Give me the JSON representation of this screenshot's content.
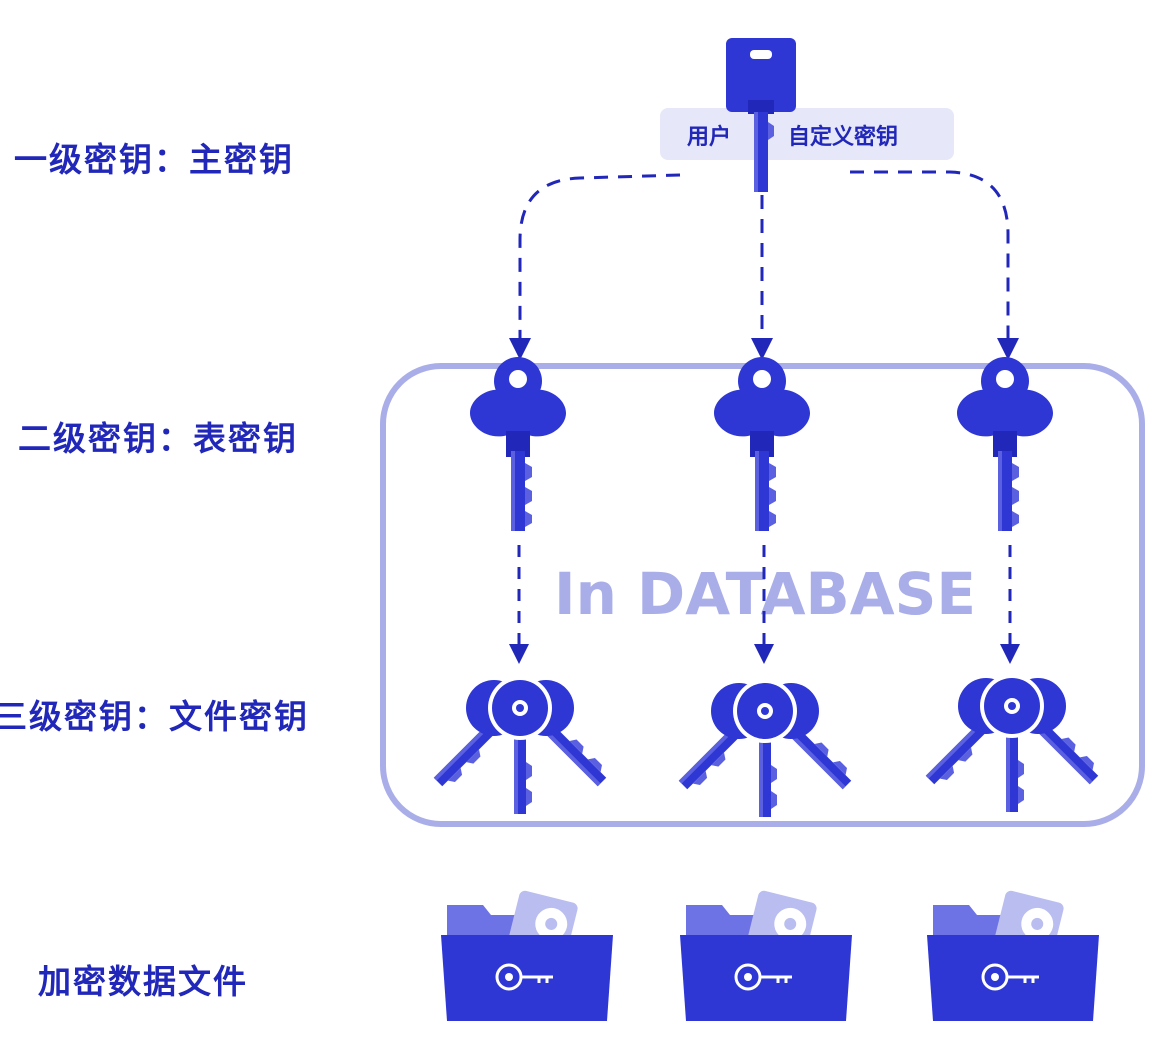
{
  "levels": {
    "level1": "一级密钥：主密钥",
    "level2": "二级密钥：表密钥",
    "level3": "三级密钥：文件密钥",
    "level4": "加密数据文件"
  },
  "master_key": {
    "label_left": "用户",
    "label_right": "自定义密钥"
  },
  "database": {
    "label": "In DATABASE"
  },
  "colors": {
    "primary": "#2127b8",
    "key_blue": "#2e36d4",
    "light": "#a9aee9",
    "banner_bg": "#e6e7f8"
  },
  "icons": {
    "master": "master-key-icon",
    "table": "table-key-icon",
    "file": "file-key-bunch-icon",
    "data": "encrypted-folder-icon"
  }
}
